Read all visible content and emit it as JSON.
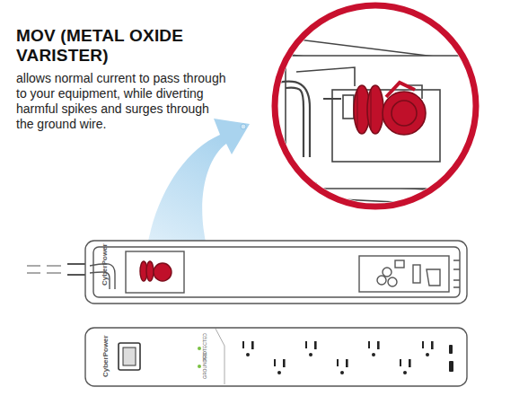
{
  "diagram": {
    "title": "MOV (METAL OXIDE VARISTER)",
    "labels": [
      "allows normal current to pass through to your equipment, while diverting harmful spikes and surges through the ground wire.",
      "CyberPower",
      "CyberPower",
      "PROTECTED",
      "GROUNDED"
    ]
  }
}
